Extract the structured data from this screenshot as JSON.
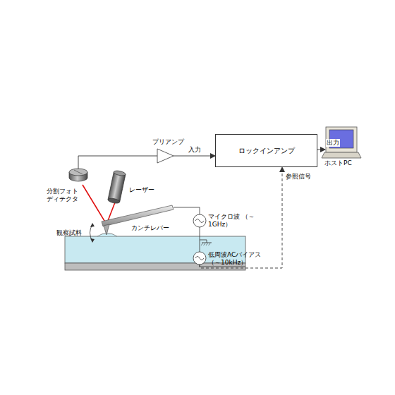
{
  "diagram": {
    "nodes": [
      {
        "text": [
          "ロックインアンプ"
        ]
      },
      {
        "text": [
          "プリアンプ"
        ]
      },
      {
        "text": [
          "分割フォト ディテクタ"
        ]
      },
      {
        "text": [
          "ホストPC"
        ]
      },
      {
        "text": [
          "低周波ACバイアス （～10kHz）"
        ]
      }
    ],
    "edges": [
      {
        "from": 2,
        "to": 1,
        "arrow": "none"
      },
      {
        "from": 1,
        "to": 0,
        "label": "入力",
        "arrow": "to"
      },
      {
        "from": 0,
        "to": 3,
        "label": "出力",
        "arrow": "to"
      },
      {
        "from": 4,
        "to": 0,
        "label": "参照信号",
        "arrow": "to"
      }
    ],
    "labels": [
      "レーザー",
      "カンチレバー",
      "観察試料",
      "マイクロ波 （～1GHz）"
    ]
  }
}
